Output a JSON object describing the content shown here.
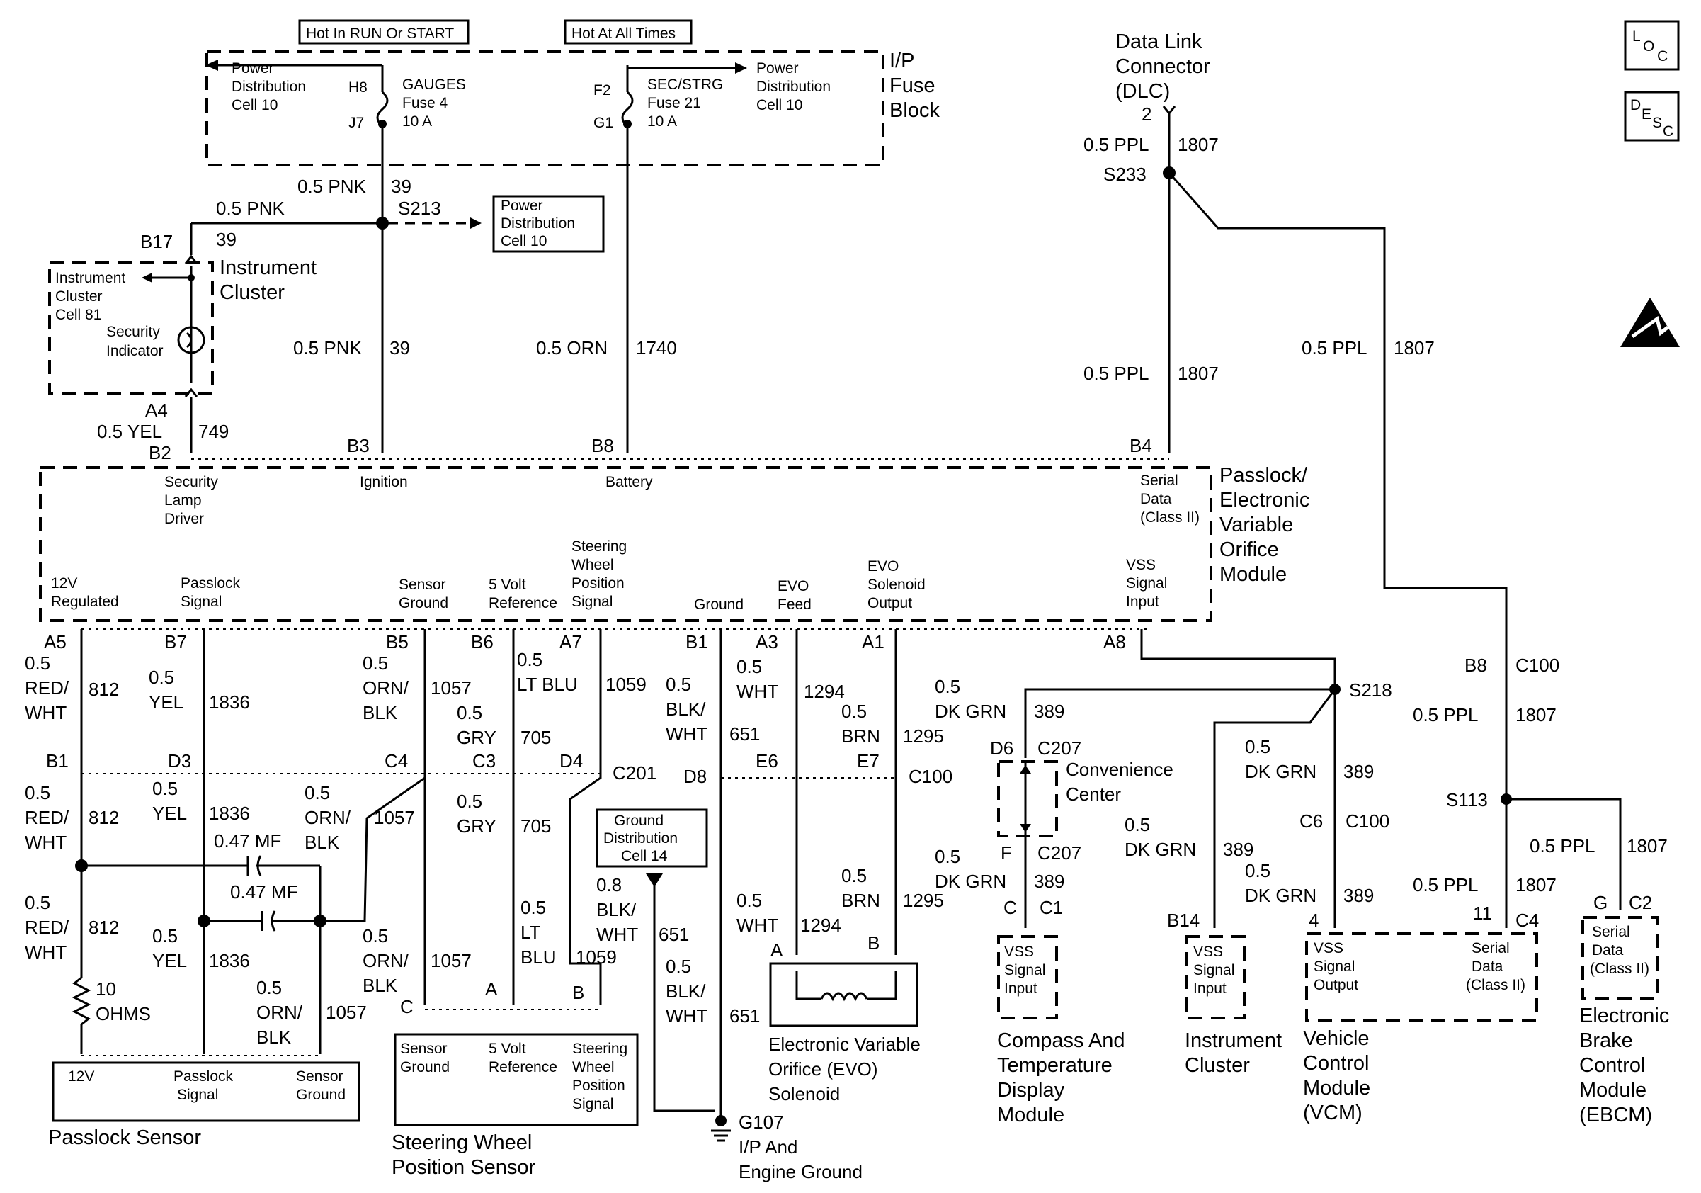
{
  "header": {
    "hot_run": "Hot In RUN Or START",
    "hot_all": "Hot At All Times"
  },
  "side_icons": {
    "loc": "LOC",
    "desc": "DESC"
  },
  "fuse_block": {
    "title": [
      "I/P",
      "Fuse",
      "Block"
    ],
    "left_ref": [
      "Power",
      "Distribution",
      "Cell 10"
    ],
    "right_ref": [
      "Power",
      "Distribution",
      "Cell 10"
    ],
    "fuse4": {
      "top_pin": "H8",
      "bottom_pin": "J7",
      "name": [
        "GAUGES",
        "Fuse 4",
        "10 A"
      ]
    },
    "fuse21": {
      "top_pin": "F2",
      "bottom_pin": "G1",
      "name": [
        "SEC/STRG",
        "Fuse 21",
        "10 A"
      ]
    }
  },
  "dlc": {
    "title": [
      "Data Link",
      "Connector",
      "(DLC)"
    ],
    "pin": "2",
    "wire": "0.5 PPL",
    "circuit": "1807",
    "splice": "S233"
  },
  "wires_top": {
    "pnk_a": {
      "color": "0.5 PNK",
      "circuit": "39"
    },
    "pnk_b": {
      "color": "0.5 PNK",
      "circuit": "39"
    },
    "pnk_c": {
      "color": "0.5 PNK",
      "circuit": "39"
    },
    "orn": {
      "color": "0.5 ORN",
      "circuit": "1740"
    },
    "ppl_mid": {
      "color": "0.5 PPL",
      "circuit": "1807"
    },
    "ppl_right": {
      "color": "0.5 PPL",
      "circuit": "1807"
    },
    "yel": {
      "color": "0.5 YEL",
      "circuit": "749"
    }
  },
  "splice_s213": "S213",
  "pd_ref_box": [
    "Power",
    "Distribution",
    "Cell 10"
  ],
  "cluster": {
    "pin_top": "B17",
    "pin_bottom": "A4",
    "pin_module": "B2",
    "title": [
      "Instrument",
      "Cluster"
    ],
    "ref": [
      "Instrument",
      "Cluster",
      "Cell 81"
    ],
    "indicator": [
      "Security",
      "Indicator"
    ]
  },
  "module": {
    "title": [
      "Passlock/",
      "Electronic",
      "Variable",
      "Orifice",
      "Module"
    ],
    "top_pins": [
      "B3",
      "B8",
      "B4"
    ],
    "top_labels": {
      "security": [
        "Security",
        "Lamp",
        "Driver"
      ],
      "ignition": "Ignition",
      "battery": "Battery",
      "serial": [
        "Serial",
        "Data",
        "(Class II)"
      ]
    },
    "bottom_labels": {
      "reg": [
        "12V",
        "Regulated"
      ],
      "passlock": [
        "Passlock",
        "Signal"
      ],
      "sensor_gnd": [
        "Sensor",
        "Ground"
      ],
      "ref5v": [
        "5 Volt",
        "Reference"
      ],
      "steering": [
        "Steering",
        "Wheel",
        "Position",
        "Signal"
      ],
      "ground": "Ground",
      "evo_feed": [
        "EVO",
        "Feed"
      ],
      "evo_sol": [
        "EVO",
        "Solenoid",
        "Output"
      ],
      "vss": [
        "VSS",
        "Signal",
        "Input"
      ]
    },
    "bottom_pins": [
      "A5",
      "B7",
      "B5",
      "B6",
      "A7",
      "B1",
      "A3",
      "A1",
      "A8"
    ]
  },
  "lower_wires": {
    "w812": {
      "gauge": "0.5",
      "color": [
        "RED/",
        "WHT"
      ],
      "circuit": "812"
    },
    "w1836": {
      "color": "0.5 YEL",
      "circuit": "1836",
      "gauge": "0.5",
      "c": "YEL"
    },
    "w1057": {
      "gauge": "0.5",
      "color": [
        "ORN/",
        "BLK"
      ],
      "circuit": "1057"
    },
    "w705": {
      "gauge": "0.5",
      "color": "GRY",
      "circuit": "705"
    },
    "w1059": {
      "gauge": "0.5",
      "color": "LT BLU",
      "circuit": "1059",
      "color2": [
        "LT",
        "BLU"
      ]
    },
    "w651": {
      "gauge": "0.5",
      "color": [
        "BLK/",
        "WHT"
      ],
      "circuit": "651",
      "gauge_b": "0.8"
    },
    "w1294": {
      "gauge": "0.5",
      "color": "WHT",
      "circuit": "1294"
    },
    "w1295": {
      "gauge": "0.5",
      "color": "BRN",
      "circuit": "1295"
    },
    "w389": {
      "gauge": "0.5",
      "color": "DK GRN",
      "circuit": "389"
    }
  },
  "connectors": {
    "c201": "C201",
    "c100": "C100",
    "c207": "C207",
    "c1": "C1",
    "c2": "C2",
    "c4": "C4",
    "c201_pins": [
      "B1",
      "D3",
      "C4",
      "C3",
      "D4"
    ],
    "c100_pins": [
      "D8",
      "E6",
      "E7"
    ],
    "s218": "S218",
    "s113": "S113",
    "b8": "B8",
    "d6": "D6",
    "f": "F",
    "c": "C",
    "b14": "B14",
    "c6": "C6",
    "vcm_pins": [
      "4",
      "11"
    ],
    "g": "G"
  },
  "caps": [
    "0.47 MF",
    "0.47 MF"
  ],
  "resistor": [
    "10",
    "OHMS"
  ],
  "ground_ref": [
    "Ground",
    "Distribution",
    "Cell 14"
  ],
  "ground": {
    "id": "G107",
    "name": [
      "I/P And",
      "Engine Ground"
    ]
  },
  "passlock_sensor": {
    "pins": [
      "12V",
      "Passlock",
      "Signal",
      "Sensor",
      "Ground"
    ],
    "name": "Passlock Sensor"
  },
  "steering_sensor": {
    "pins": [
      "C",
      "A",
      "B"
    ],
    "labels": {
      "gnd": [
        "Sensor",
        "Ground"
      ],
      "ref": [
        "5 Volt",
        "Reference"
      ],
      "sig": [
        "Steering",
        "Wheel",
        "Position",
        "Signal"
      ]
    },
    "name": [
      "Steering Wheel",
      "Position Sensor"
    ]
  },
  "evo": {
    "pins": [
      "A",
      "B"
    ],
    "name": [
      "Electronic Variable",
      "Orifice (EVO)",
      "Solenoid"
    ]
  },
  "convenience": [
    "Convenience",
    "Center"
  ],
  "vss_input": [
    "VSS",
    "Signal",
    "Input"
  ],
  "vss_output": [
    "VSS",
    "Signal",
    "Output"
  ],
  "serial_data": [
    "Serial",
    "Data",
    "(Class II)"
  ],
  "modules_bottom": {
    "compass": [
      "Compass And",
      "Temperature",
      "Display",
      "Module"
    ],
    "cluster": [
      "Instrument",
      "Cluster"
    ],
    "vcm": [
      "Vehicle",
      "Control",
      "Module",
      "(VCM)"
    ],
    "ebcm": [
      "Electronic",
      "Brake",
      "Control",
      "Module",
      "(EBCM)"
    ]
  }
}
